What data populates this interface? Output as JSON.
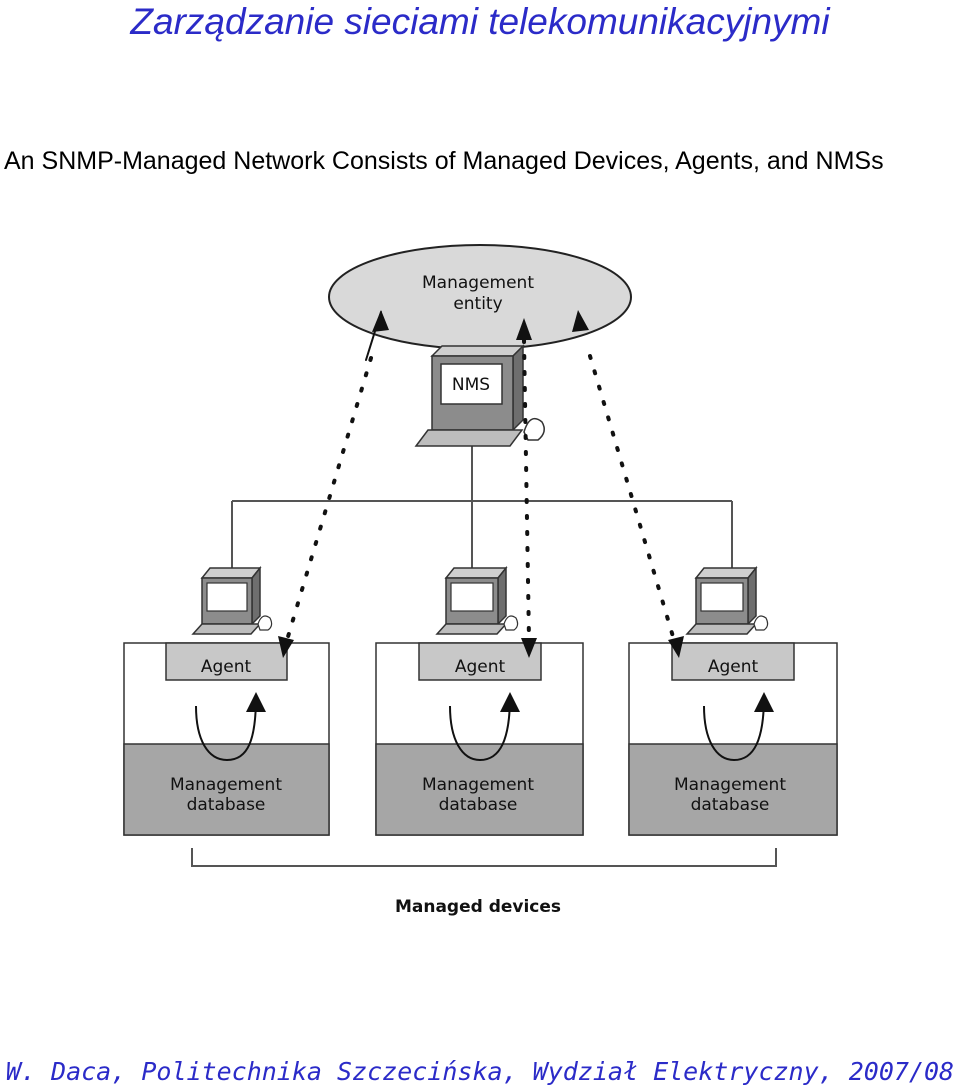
{
  "slide": {
    "title": "Zarządzanie sieciami telekomunikacyjnymi",
    "subtitle": "An SNMP-Managed Network Consists of Managed Devices, Agents, and NMSs",
    "footer": "W. Daca, Politechnika Szczecińska, Wydział Elektryczny, 2007/08"
  },
  "diagram": {
    "management_entity": {
      "line1": "Management",
      "line2": "entity"
    },
    "nms_label": "NMS",
    "devices": [
      {
        "agent": "Agent",
        "db_line1": "Management",
        "db_line2": "database"
      },
      {
        "agent": "Agent",
        "db_line1": "Management",
        "db_line2": "database"
      },
      {
        "agent": "Agent",
        "db_line1": "Management",
        "db_line2": "database"
      }
    ],
    "managed_devices_label": "Managed devices",
    "colors": {
      "title": "#2b2bc8",
      "entity_fill": "#d9d9d9",
      "database_fill": "#a6a6a6",
      "agent_fill": "#c8c8c8"
    }
  }
}
